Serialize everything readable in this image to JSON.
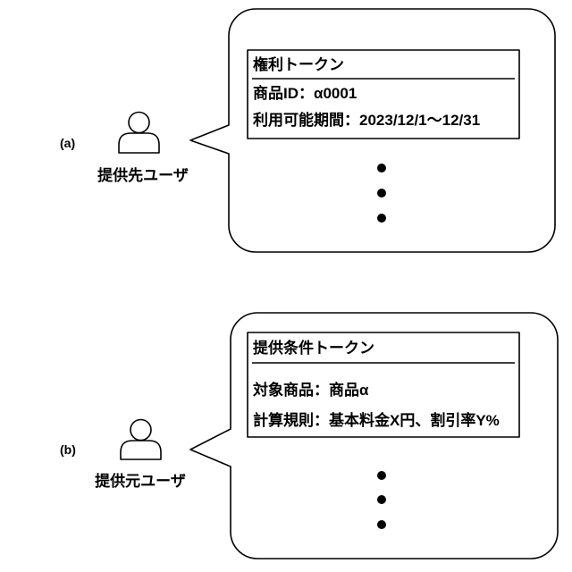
{
  "colors": {
    "ink": "#000000",
    "background": "#ffffff"
  },
  "panels": [
    {
      "label": "(a)",
      "user": {
        "label": "提供先ユーザ",
        "icon": "person-icon"
      },
      "token": {
        "title": "権利トークン",
        "lines": [
          "商品ID：α0001",
          "利用可能期間：2023/12/1～12/31"
        ]
      }
    },
    {
      "label": "(b)",
      "user": {
        "label": "提供元ユーザ",
        "icon": "person-icon"
      },
      "token": {
        "title": "提供条件トークン",
        "lines": [
          "対象商品：商品α",
          "計算規則：基本料金X円、割引率Y%"
        ]
      }
    }
  ]
}
